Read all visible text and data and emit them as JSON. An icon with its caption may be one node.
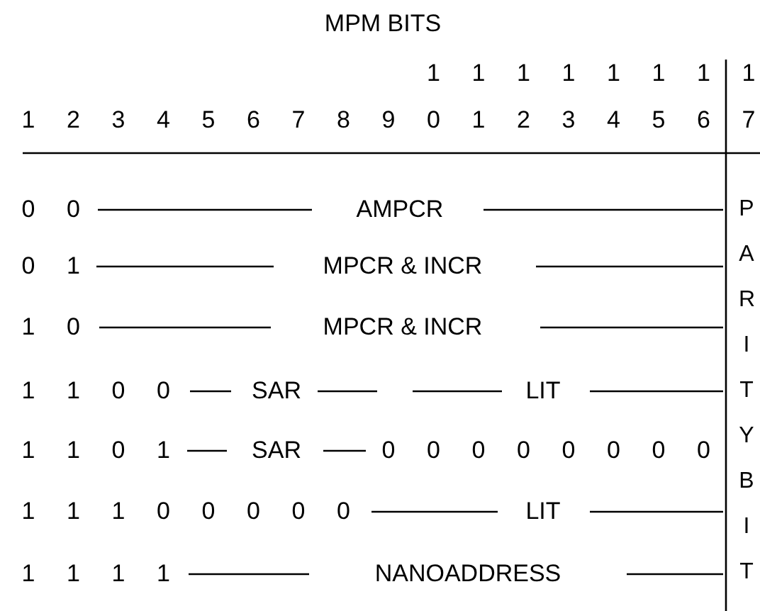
{
  "diagram": {
    "title": "MPM BITS",
    "labels": [
      "1",
      "1",
      "1",
      "1",
      "1",
      "1",
      "1",
      "1",
      "1",
      "2",
      "3",
      "4",
      "5",
      "6",
      "7",
      "8",
      "9",
      "0",
      "1",
      "2",
      "3",
      "4",
      "5",
      "6",
      "7",
      "0",
      "0",
      "AMPCR",
      "0",
      "1",
      "MPCR & INCR",
      "1",
      "0",
      "MPCR & INCR",
      "1",
      "1",
      "0",
      "0",
      "SAR",
      "LIT",
      "1",
      "1",
      "0",
      "1",
      "SAR",
      "0",
      "0",
      "0",
      "0",
      "0",
      "0",
      "0",
      "0",
      "1",
      "1",
      "1",
      "0",
      "0",
      "0",
      "0",
      "0",
      "LIT",
      "1",
      "1",
      "1",
      "1",
      "NANOADDRESS",
      "PARITY BIT"
    ]
  }
}
